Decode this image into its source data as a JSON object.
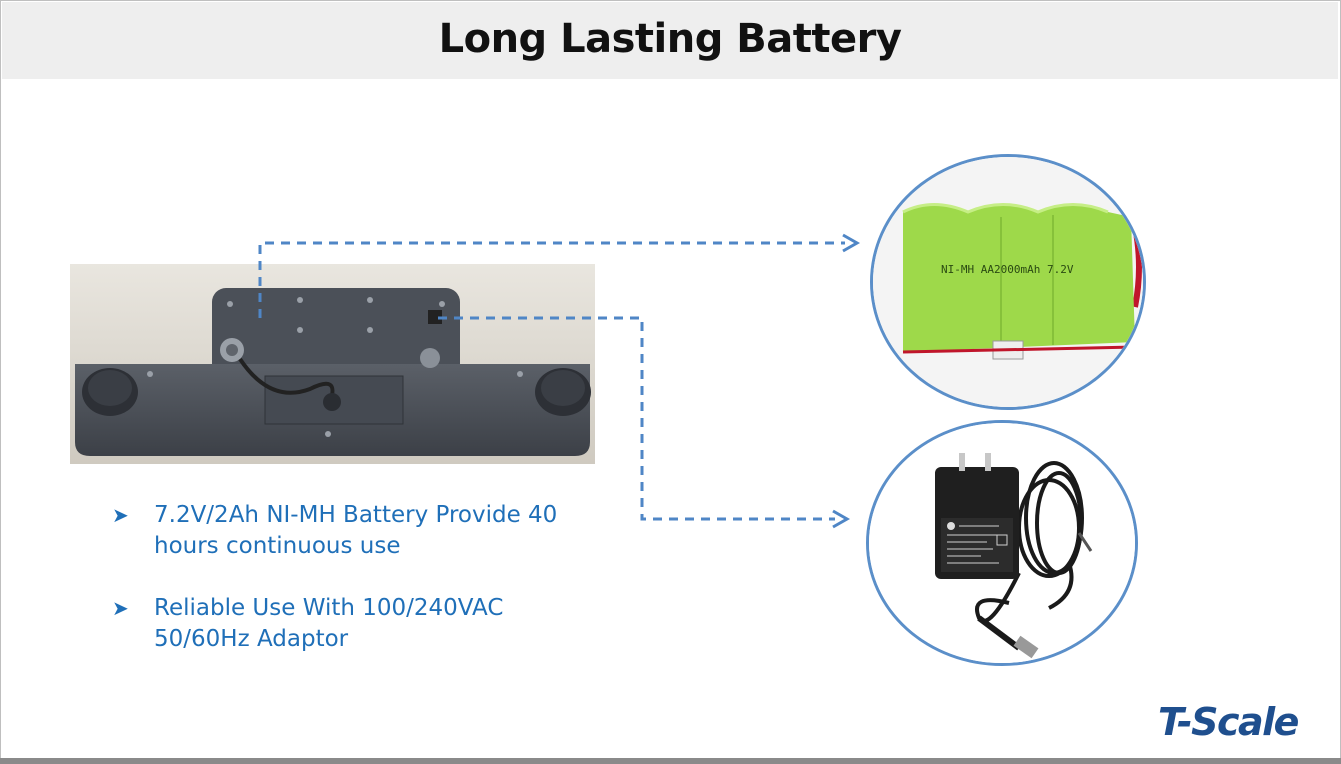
{
  "header": {
    "title": "Long Lasting Battery"
  },
  "bullets": [
    {
      "line1": "7.2V/2Ah NI-MH Battery Provide 40",
      "line2": "hours continuous use"
    },
    {
      "line1": "Reliable Use With 100/240VAC",
      "line2": "50/60Hz Adaptor"
    }
  ],
  "battery": {
    "label": "NI-MH AA2000mAh 7.2V"
  },
  "brand": {
    "logo_text": "T-Scale"
  },
  "colors": {
    "accent": "#1f6fb8",
    "connector": "#4f86c6",
    "battery_green": "#9ed94a"
  },
  "icons": {
    "bullet": "arrowhead-bullet-icon"
  }
}
